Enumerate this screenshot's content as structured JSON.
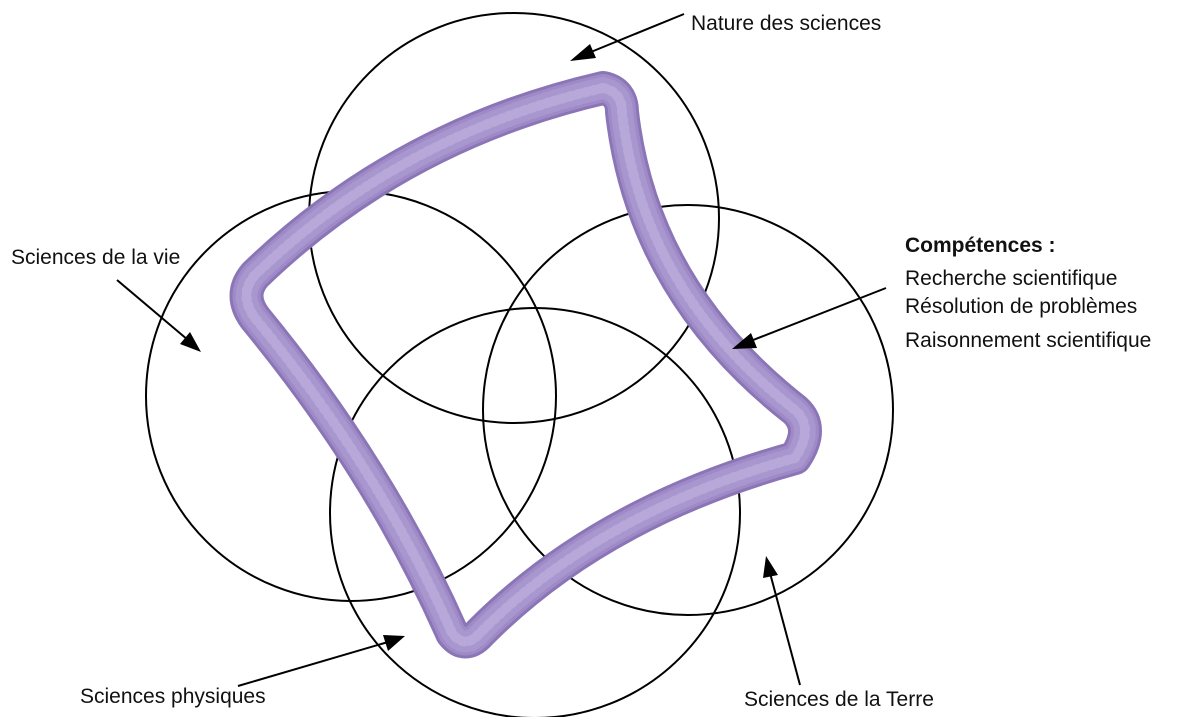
{
  "labels": {
    "nature": "Nature des sciences",
    "vie": "Sciences de la vie",
    "physiques": "Sciences physiques",
    "terre": "Sciences de la Terre"
  },
  "competences": {
    "heading": "Compétences :",
    "items": [
      "Recherche scientifique",
      "Résolution de problèmes",
      "Raisonnement scientifique"
    ]
  },
  "colors": {
    "band": "#9f8ac7",
    "band_edge": "#8a76b6",
    "band_texture": "#c4b6e0",
    "line": "#000000"
  }
}
